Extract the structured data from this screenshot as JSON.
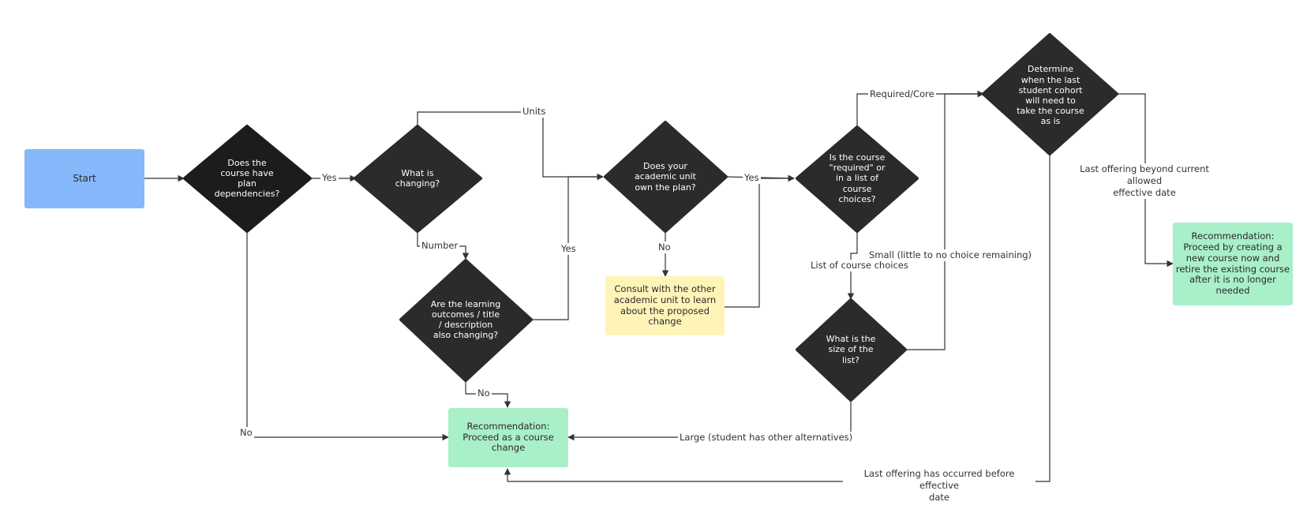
{
  "colors": {
    "start": "#86b7fb",
    "decision": "#2b2b2e",
    "decision_first": "#1c1c1e",
    "consult": "#fff4b8",
    "recommendation": "#a9efc8",
    "connector": "#333333"
  },
  "nodes": {
    "start": "Start",
    "plan_dependencies": "Does the\ncourse have\nplan\ndependencies?",
    "what_changing": "What is\nchanging?",
    "learning_outcomes": "Are the learning\noutcomes / title\n/ description\nalso changing?",
    "unit_owns_plan": "Does your\nacademic unit\nown the plan?",
    "consult": "Consult with the other\nacademic unit to learn\nabout the proposed\nchange",
    "course_required": "Is the course\n\"required\" or\nin a list of\ncourse\nchoices?",
    "list_size": "What is the\nsize of the\nlist?",
    "last_cohort": "Determine\nwhen the last\nstudent cohort\nwill need to\ntake the course\nas is",
    "rec_course_change": "Recommendation:\nProceed as a course\nchange",
    "rec_new_course": "Recommendation:\nProceed by creating a\nnew course now and\nretire the existing course\nafter it is no longer\nneeded"
  },
  "edge_labels": {
    "yes_dependencies": "Yes",
    "units": "Units",
    "number": "Number",
    "yes_outcomes": "Yes",
    "no_outcomes": "No",
    "no_dependencies": "No",
    "yes_owns": "Yes",
    "no_owns": "No",
    "required_core": "Required/Core",
    "list_of_choices": "List of course choices",
    "small_list": "Small (little to no choice remaining)",
    "large_list": "Large (student has other alternatives)",
    "beyond_date": "Last offering beyond current allowed\neffective date",
    "before_date": "Last offering has occurred before effective\ndate"
  }
}
